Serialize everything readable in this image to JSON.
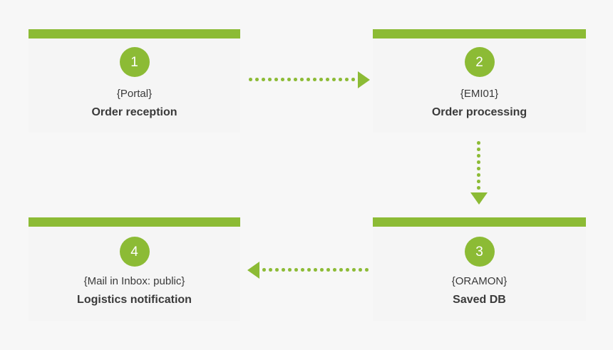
{
  "diagram": {
    "background_color": "#f7f7f7",
    "panel_color": "#f5f5f5",
    "accent_color": "#8cbb35",
    "text_color": "#3a3a3a",
    "panels": [
      {
        "number": "1",
        "tag": "{Portal}",
        "description": "Order reception"
      },
      {
        "number": "2",
        "tag": "{EMI01}",
        "description": "Order processing"
      },
      {
        "number": "3",
        "tag": "{ORAMON}",
        "description": "Saved DB"
      },
      {
        "number": "4",
        "tag": "{Mail in Inbox: public}",
        "description": "Logistics notification"
      }
    ],
    "connectors": [
      {
        "id": "1-2",
        "direction": "right",
        "style": "dotted",
        "from": "1",
        "to": "2"
      },
      {
        "id": "2-3",
        "direction": "down",
        "style": "dotted",
        "from": "2",
        "to": "3"
      },
      {
        "id": "3-4",
        "direction": "left",
        "style": "dotted",
        "from": "3",
        "to": "4"
      }
    ]
  }
}
